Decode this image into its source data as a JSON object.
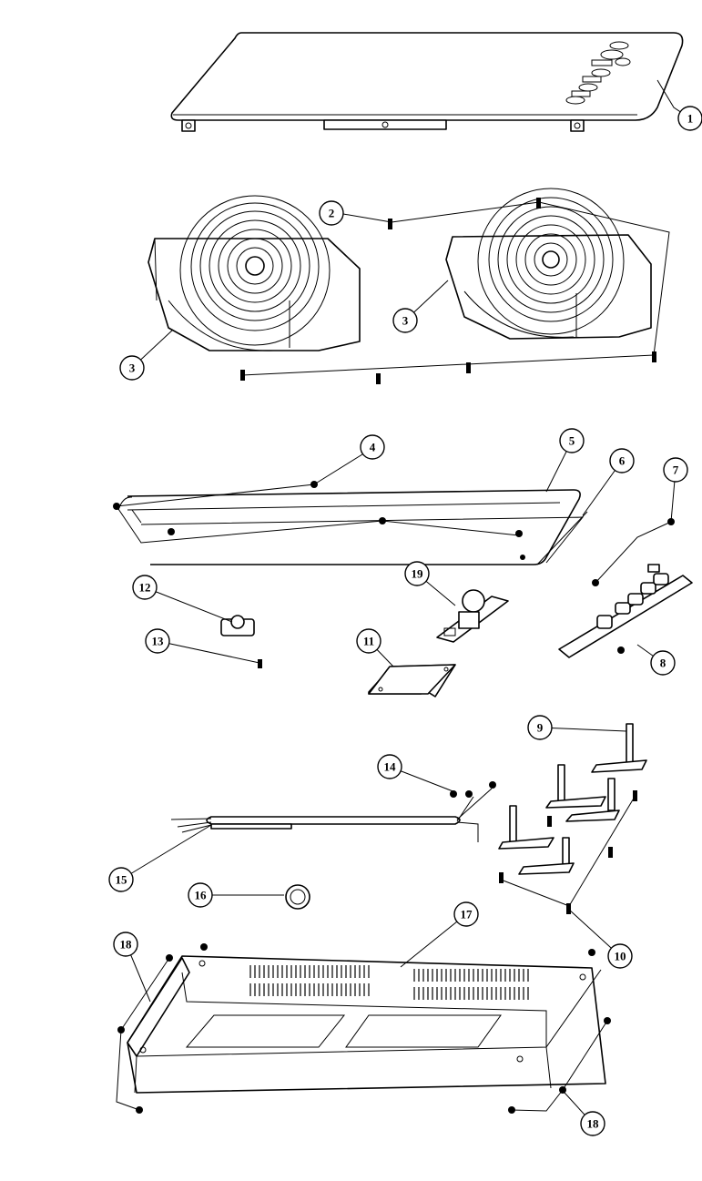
{
  "callouts": [
    {
      "id": "c1",
      "label": "1"
    },
    {
      "id": "c2",
      "label": "2"
    },
    {
      "id": "c3a",
      "label": "3"
    },
    {
      "id": "c3b",
      "label": "3"
    },
    {
      "id": "c4",
      "label": "4"
    },
    {
      "id": "c5",
      "label": "5"
    },
    {
      "id": "c6",
      "label": "6"
    },
    {
      "id": "c7",
      "label": "7"
    },
    {
      "id": "c8",
      "label": "8"
    },
    {
      "id": "c9",
      "label": "9"
    },
    {
      "id": "c10",
      "label": "10"
    },
    {
      "id": "c11",
      "label": "11"
    },
    {
      "id": "c12",
      "label": "12"
    },
    {
      "id": "c13",
      "label": "13"
    },
    {
      "id": "c14",
      "label": "14"
    },
    {
      "id": "c15",
      "label": "15"
    },
    {
      "id": "c16",
      "label": "16"
    },
    {
      "id": "c17",
      "label": "17"
    },
    {
      "id": "c18a",
      "label": "18"
    },
    {
      "id": "c18b",
      "label": "18"
    },
    {
      "id": "c19",
      "label": "19"
    }
  ],
  "colors": {
    "line": "#000000",
    "background": "#ffffff"
  }
}
